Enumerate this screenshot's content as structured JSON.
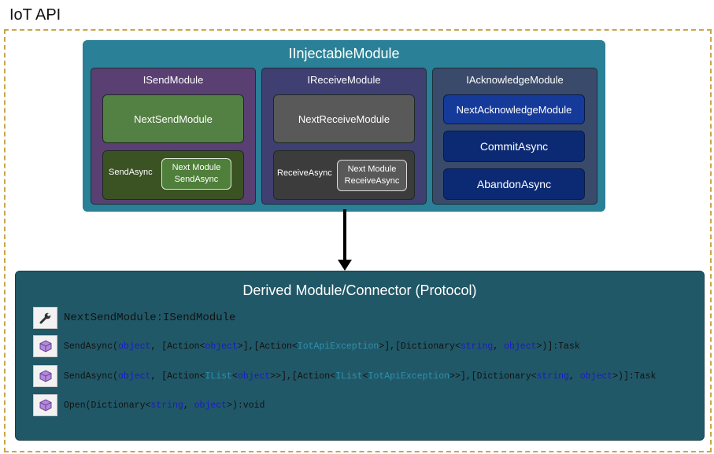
{
  "page_title": "IoT API",
  "injectable": {
    "title": "IInjectableModule",
    "send": {
      "title": "ISendModule",
      "next": "NextSendModule",
      "async_label": "SendAsync",
      "inner_line1": "Next Module",
      "inner_line2": "SendAsync"
    },
    "receive": {
      "title": "IReceiveModule",
      "next": "NextReceiveModule",
      "async_label": "ReceiveAsync",
      "inner_line1": "Next Module",
      "inner_line2": "ReceiveAsync"
    },
    "acknowledge": {
      "title": "IAcknowledgeModule",
      "next": "NextAcknowledgeModule",
      "commit": "CommitAsync",
      "abandon": "AbandonAsync"
    }
  },
  "derived": {
    "title": "Derived Module/Connector (Protocol)",
    "members": [
      {
        "icon": "wrench-icon",
        "parts": [
          [
            "NextSendModule:ISendModule",
            "t"
          ]
        ]
      },
      {
        "icon": "method-cube-icon",
        "parts": [
          [
            "SendAsync(",
            "t"
          ],
          [
            "object",
            "k"
          ],
          [
            ", [Action<",
            "t"
          ],
          [
            "object",
            "k"
          ],
          [
            ">],[Action<",
            "t"
          ],
          [
            "IotApiException",
            "y"
          ],
          [
            ">],[Dictionary<",
            "t"
          ],
          [
            "string",
            "k"
          ],
          [
            ", ",
            "t"
          ],
          [
            "object",
            "k"
          ],
          [
            ">)]:Task",
            "t"
          ]
        ]
      },
      {
        "icon": "method-cube-icon",
        "parts": [
          [
            "SendAsync(",
            "t"
          ],
          [
            "object",
            "k"
          ],
          [
            ", [Action<",
            "t"
          ],
          [
            "IList",
            "y"
          ],
          [
            "<",
            "t"
          ],
          [
            "object",
            "k"
          ],
          [
            ">>],[Action<",
            "t"
          ],
          [
            "IList",
            "y"
          ],
          [
            "<",
            "t"
          ],
          [
            "IotApiException",
            "y"
          ],
          [
            ">>],[Dictionary<",
            "t"
          ],
          [
            "string",
            "k"
          ],
          [
            ", ",
            "t"
          ],
          [
            "object",
            "k"
          ],
          [
            ">)]:Task",
            "t"
          ]
        ]
      },
      {
        "icon": "method-cube-icon",
        "parts": [
          [
            "Open(Dictionary<",
            "t"
          ],
          [
            "string",
            "k"
          ],
          [
            ", ",
            "t"
          ],
          [
            "object",
            "k"
          ],
          [
            ">):void",
            "t"
          ]
        ]
      }
    ]
  },
  "colors": {
    "frame": "#c9a64a",
    "injectable": "#2a8096",
    "derived": "#215867",
    "keyword": "#1a1acc",
    "type": "#2b91af"
  }
}
